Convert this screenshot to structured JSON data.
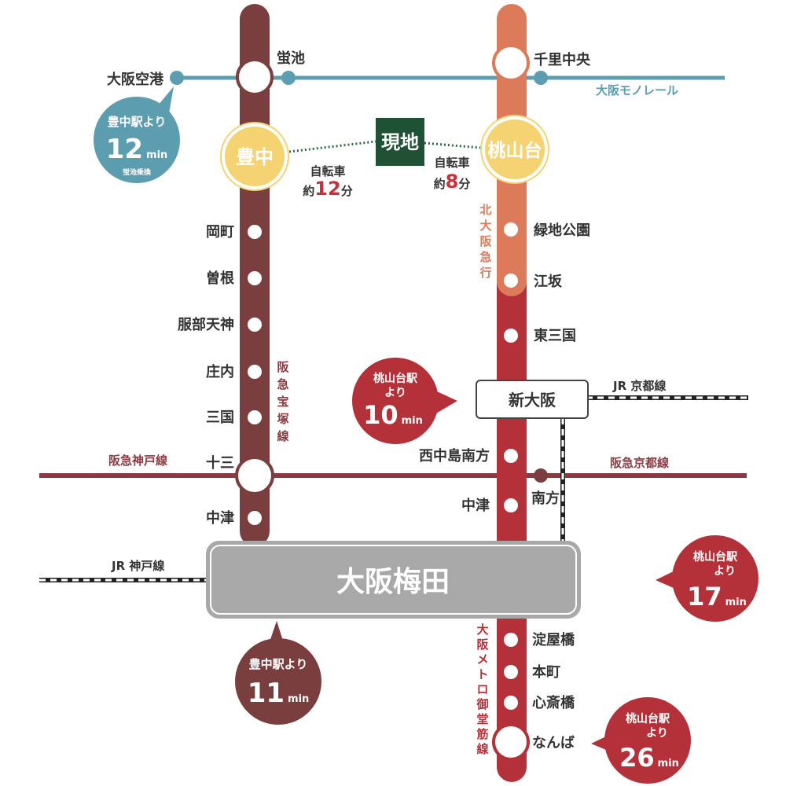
{
  "site": {
    "label": "現地"
  },
  "stations": {
    "hotarugaike": "蛍池",
    "osaka_airport": "大阪空港",
    "senri_chuo": "千里中央",
    "toyonaka": "豊中",
    "momoyamadai": "桃山台",
    "okamachi": "岡町",
    "sone": "曽根",
    "hattori_tenjin": "服部天神",
    "shonai": "庄内",
    "mikuni": "三国",
    "juso": "十三",
    "nakatsu_hankyu": "中津",
    "ryokuchi_koen": "緑地公園",
    "esaka": "江坂",
    "higashi_mikuni": "東三国",
    "shin_osaka": "新大阪",
    "nishinakajima_minamigata": "西中島南方",
    "minamikata": "南方",
    "nakatsu_metro": "中津",
    "osaka_umeda": "大阪梅田",
    "yodoyabashi": "淀屋橋",
    "honmachi": "本町",
    "shinsaibashi": "心斎橋",
    "namba": "なんば"
  },
  "lines": {
    "monorail": "大阪モノレール",
    "jr_kyoto": "JR 京都線",
    "jr_kobe": "JR 神戸線",
    "hankyu_kobe": "阪急神戸線",
    "hankyu_kyoto": "阪急京都線",
    "hankyu_takarazuka": [
      "阪",
      "急",
      "宝",
      "塚",
      "線"
    ],
    "kita_osaka_kyuko": [
      "北",
      "大",
      "阪",
      "急",
      "行"
    ],
    "metro_midosuji": [
      "大",
      "阪",
      "メ",
      "ト",
      "ロ",
      "御",
      "堂",
      "筋",
      "線"
    ]
  },
  "bike": [
    {
      "label": "自転車",
      "prefix": "約",
      "value": "12",
      "unit": "分"
    },
    {
      "label": "自転車",
      "prefix": "約",
      "value": "8",
      "unit": "分"
    }
  ],
  "bubbles": {
    "airport": {
      "line1": "豊中駅より",
      "value": "12",
      "unit": "min",
      "note": "蛍池乗換"
    },
    "shin_osaka": {
      "line1": "桃山台駅",
      "line2": "より",
      "value": "10",
      "unit": "min"
    },
    "umeda_toyonaka": {
      "line1": "豊中駅より",
      "value": "11",
      "unit": "min"
    },
    "umeda_momoyamadai": {
      "line1": "桃山台駅",
      "line2": "より",
      "value": "17",
      "unit": "min"
    },
    "namba": {
      "line1": "桃山台駅",
      "line2": "より",
      "value": "26",
      "unit": "min"
    }
  },
  "colors": {
    "hankyu_maroon": "#7b3e3e",
    "kita_osaka_orange": "#dd7a5a",
    "metro_red": "#b5313a",
    "monorail_teal": "#5c9db0",
    "highlight_yellow": "#f5d372",
    "site_green": "#1f5234"
  }
}
